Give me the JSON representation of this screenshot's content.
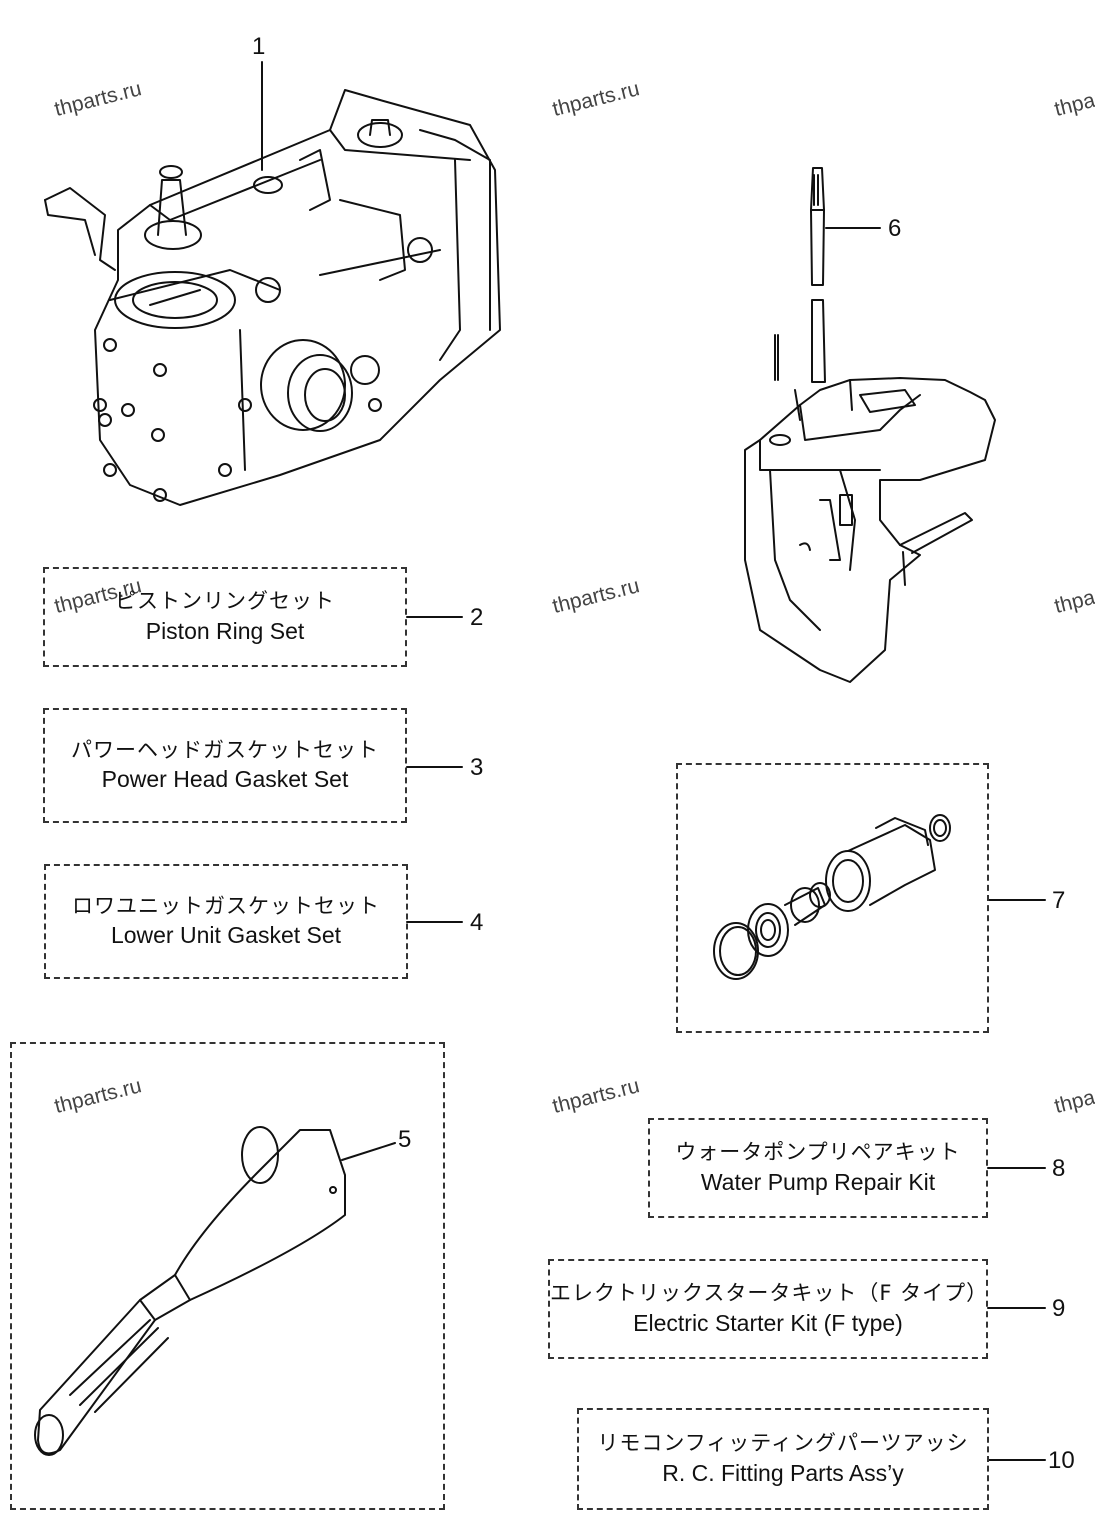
{
  "watermark": "thparts.ru",
  "parts": [
    {
      "number": "1"
    },
    {
      "number": "2",
      "jp": "ピストンリングセット",
      "en": "Piston Ring Set"
    },
    {
      "number": "3",
      "jp": "パワーヘッドガスケットセット",
      "en": "Power Head Gasket Set"
    },
    {
      "number": "4",
      "jp": "ロワユニットガスケットセット",
      "en": "Lower Unit Gasket Set"
    },
    {
      "number": "5"
    },
    {
      "number": "6"
    },
    {
      "number": "7"
    },
    {
      "number": "8",
      "jp": "ウォータポンプリペアキット",
      "en": "Water Pump Repair Kit"
    },
    {
      "number": "9",
      "jp": "エレクトリックスタータキット（F タイプ）",
      "en": "Electric Starter Kit (F type)"
    },
    {
      "number": "10",
      "jp": "リモコンフィッティングパーツアッシ",
      "en": "R. C. Fitting Parts Ass’y"
    }
  ]
}
